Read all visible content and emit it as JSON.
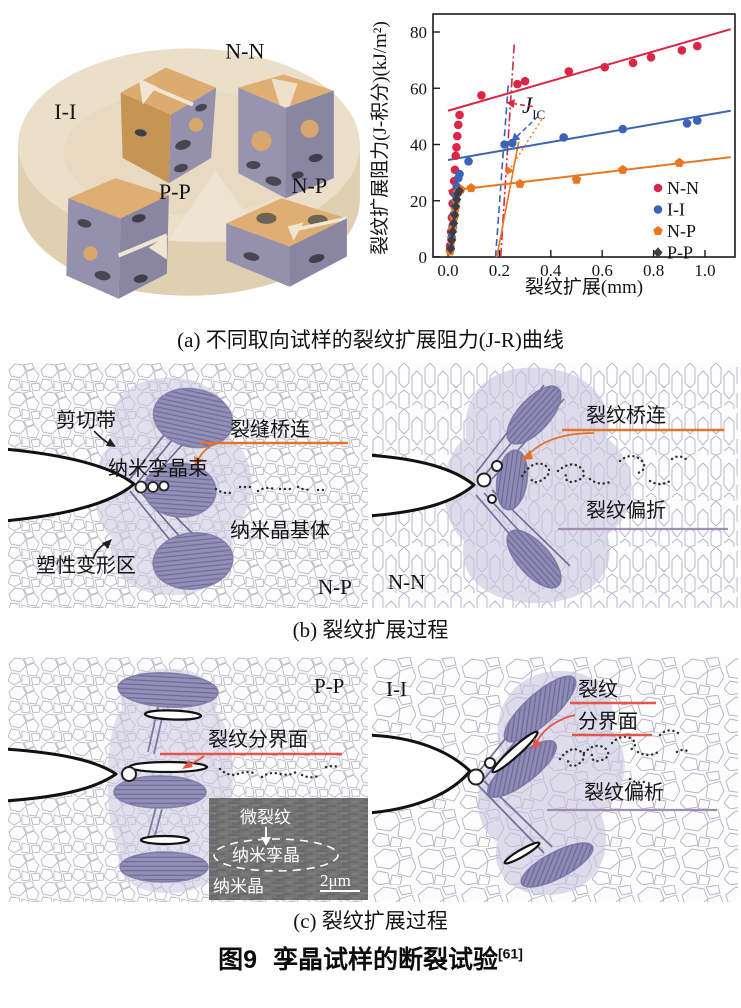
{
  "figure": {
    "caption_a": "(a) 不同取向试样的裂纹扩展阻力(J-R)曲线",
    "caption_b": "(b) 裂纹扩展过程",
    "caption_c": "(c) 裂纹扩展过程",
    "title_prefix": "图9",
    "title_text": "孪晶试样的断裂试验",
    "title_ref": "[61]"
  },
  "specimen_disc": {
    "labels": {
      "ii": "I-I",
      "nn": "N-N",
      "pp": "P-P",
      "np": "N-P"
    }
  },
  "chart_data": {
    "type": "scatter",
    "xlabel": "裂纹扩展(mm)",
    "ylabel": "裂纹扩展阻力(J-积分)(kJ/m²)",
    "xlim": [
      0,
      1.1
    ],
    "ylim": [
      0,
      86
    ],
    "xticks": [
      0,
      0.2,
      0.4,
      0.6,
      0.8,
      1.0
    ],
    "yticks": [
      0,
      20,
      40,
      60,
      80
    ],
    "grid": false,
    "legend_position": "lower right",
    "annotation": {
      "main": "J",
      "sub": "IC"
    },
    "series": [
      {
        "name": "N-N",
        "color": "#dc2645",
        "marker": "circle",
        "points": [
          [
            0.008,
            4
          ],
          [
            0.012,
            9
          ],
          [
            0.015,
            14
          ],
          [
            0.018,
            19
          ],
          [
            0.02,
            23
          ],
          [
            0.024,
            27
          ],
          [
            0.027,
            31
          ],
          [
            0.03,
            36
          ],
          [
            0.033,
            39
          ],
          [
            0.036,
            43
          ],
          [
            0.04,
            47
          ],
          [
            0.045,
            50.5
          ],
          [
            0.13,
            57.5
          ],
          [
            0.27,
            61.5
          ],
          [
            0.3,
            62.5
          ],
          [
            0.47,
            66
          ],
          [
            0.61,
            67.5
          ],
          [
            0.72,
            69
          ],
          [
            0.79,
            71
          ],
          [
            0.91,
            73.5
          ],
          [
            0.97,
            75
          ]
        ],
        "fit_line": [
          [
            0,
            52
          ],
          [
            1.1,
            81
          ]
        ]
      },
      {
        "name": "I-I",
        "color": "#3c63b5",
        "marker": "circle",
        "points": [
          [
            0.01,
            3
          ],
          [
            0.014,
            7
          ],
          [
            0.018,
            11
          ],
          [
            0.022,
            15
          ],
          [
            0.026,
            19
          ],
          [
            0.03,
            22
          ],
          [
            0.034,
            25
          ],
          [
            0.04,
            28
          ],
          [
            0.045,
            29.5
          ],
          [
            0.08,
            34
          ],
          [
            0.22,
            40
          ],
          [
            0.25,
            40.5
          ],
          [
            0.45,
            42.5
          ],
          [
            0.68,
            45.5
          ],
          [
            0.93,
            47.5
          ],
          [
            0.97,
            48.5
          ]
        ],
        "fit_line": [
          [
            0,
            34.5
          ],
          [
            1.1,
            52
          ]
        ]
      },
      {
        "name": "N-P",
        "color": "#e87722",
        "marker": "pentagon",
        "points": [
          [
            0.008,
            2
          ],
          [
            0.014,
            6
          ],
          [
            0.018,
            10
          ],
          [
            0.024,
            14
          ],
          [
            0.028,
            17
          ],
          [
            0.032,
            20
          ],
          [
            0.038,
            23
          ],
          [
            0.05,
            24
          ],
          [
            0.09,
            24.5
          ],
          [
            0.28,
            26
          ],
          [
            0.5,
            27.5
          ],
          [
            0.68,
            31
          ],
          [
            0.9,
            33.5
          ]
        ],
        "fit_line": [
          [
            0,
            23.5
          ],
          [
            1.1,
            35.5
          ]
        ]
      },
      {
        "name": "P-P",
        "color": "#3d3d46",
        "marker": "diamond",
        "points": [
          [
            0.01,
            3
          ],
          [
            0.014,
            6
          ],
          [
            0.018,
            9
          ],
          [
            0.022,
            12
          ],
          [
            0.026,
            15
          ],
          [
            0.03,
            18
          ],
          [
            0.034,
            20.5
          ],
          [
            0.038,
            22.5
          ],
          [
            0.044,
            23.5
          ]
        ]
      }
    ],
    "construction_lines": [
      {
        "color": "#3c63b5",
        "dash": "7 4",
        "from": [
          0.185,
          0
        ],
        "to": [
          0.235,
          62
        ]
      },
      {
        "color": "#dc2645",
        "dash": "9 3 2 3",
        "from": [
          0.205,
          0
        ],
        "to": [
          0.258,
          76
        ]
      },
      {
        "color": "#e87722",
        "dash": "",
        "from": [
          0.19,
          0
        ],
        "to": [
          0.275,
          41
        ]
      }
    ],
    "jic_arrows": [
      {
        "color": "#dc2645",
        "dash": "5 3",
        "from": [
          0.33,
          53.5
        ],
        "to": [
          0.258,
          54.5
        ]
      },
      {
        "color": "#3c63b5",
        "dash": "5 3",
        "from": [
          0.35,
          50
        ],
        "to": [
          0.27,
          43
        ]
      },
      {
        "color": "#e87722",
        "dash": "2 3",
        "from": [
          0.365,
          49
        ],
        "to": [
          0.243,
          31.5
        ]
      }
    ]
  },
  "panels": {
    "np": {
      "tag": "N-P",
      "labels": {
        "shear_band": "剪切带",
        "crack_bridging": "裂缝桥连",
        "nano_twin_bundle": "纳米孪晶束",
        "nc_matrix": "纳米晶基体",
        "plastic_zone": "塑性变形区"
      }
    },
    "nn": {
      "tag": "N-N",
      "labels": {
        "crack_bridging": "裂纹桥连",
        "crack_deflection": "裂纹偏折"
      }
    },
    "pp": {
      "tag": "P-P",
      "labels": {
        "crack_interface": "裂纹分界面"
      },
      "inset": {
        "micro_crack": "微裂纹",
        "nano_twin": "纳米孪晶",
        "nano_crystal": "纳米晶",
        "scale": "2μm"
      }
    },
    "ii": {
      "tag": "I-I",
      "labels": {
        "crack_line1": "裂纹",
        "crack_line2": "分界面",
        "crack_deflection": "裂纹偏析"
      }
    }
  }
}
